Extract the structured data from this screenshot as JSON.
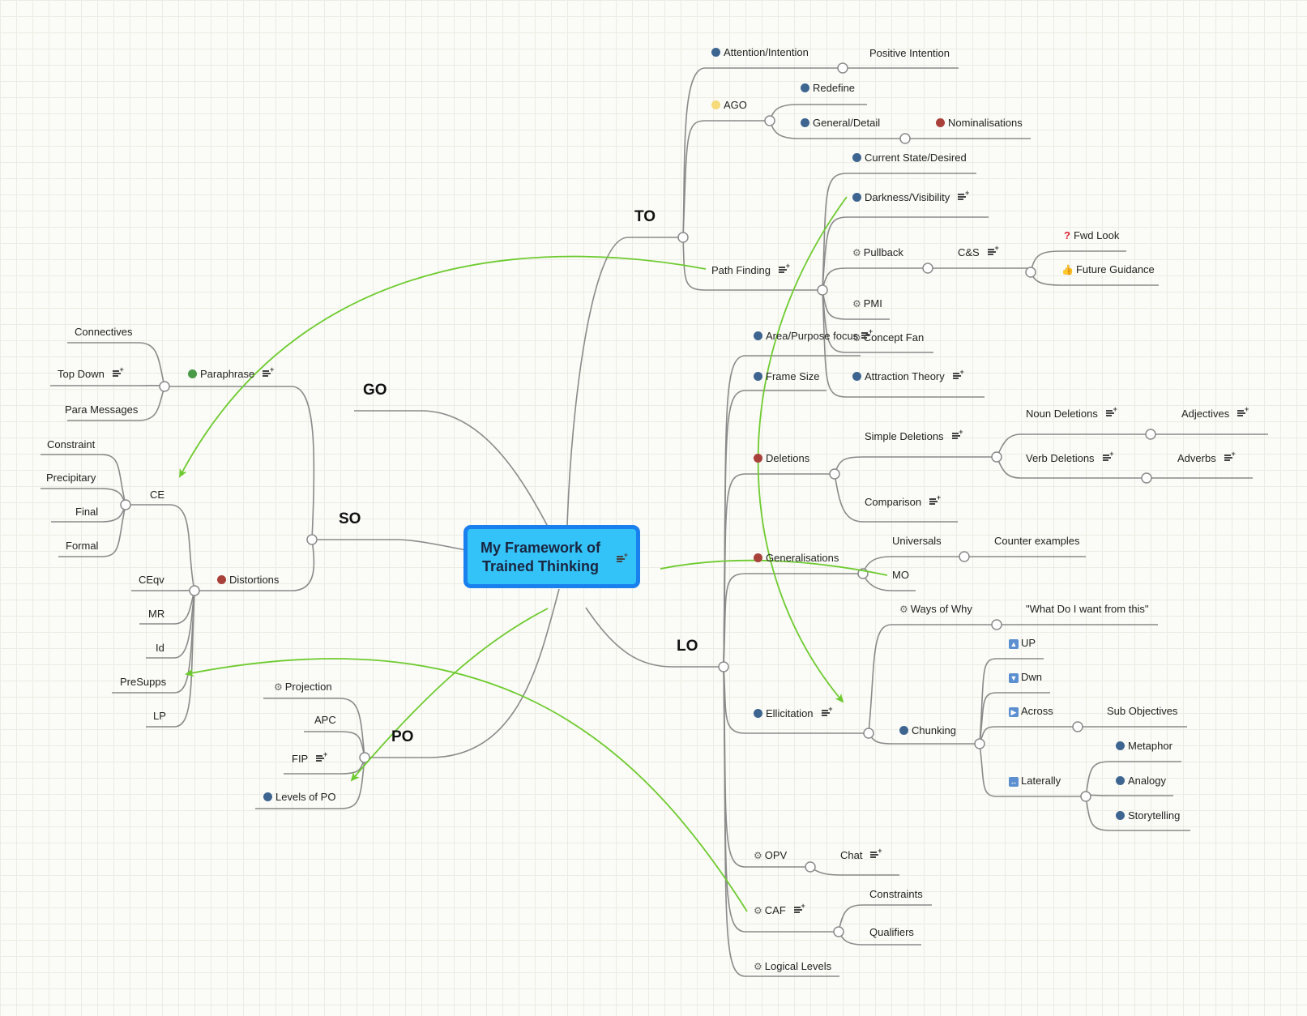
{
  "central": {
    "title": "My Framework of\nTrained Thinking"
  },
  "branches": {
    "to": "TO",
    "go": "GO",
    "so": "SO",
    "po": "PO",
    "lo": "LO"
  },
  "to": {
    "attention": "Attention/Intention",
    "positive_intention": "Positive Intention",
    "ago": "AGO",
    "redefine": "Redefine",
    "general_detail": "General/Detail",
    "nominalisations": "Nominalisations",
    "path_finding": "Path Finding",
    "current_state": "Current State/Desired",
    "darkness": "Darkness/Visibility",
    "pullback": "Pullback",
    "cs": "C&S",
    "fwd_look": "Fwd Look",
    "future_guidance": "Future Guidance",
    "pmi": "PMI",
    "concept_fan": "Concept Fan",
    "attraction": "Attraction Theory"
  },
  "so": {
    "paraphrase": "Paraphrase",
    "connectives": "Connectives",
    "top_down": "Top Down",
    "para_messages": "Para Messages",
    "distortions": "Distortions",
    "ce": "CE",
    "constraint": "Constraint",
    "precipitary": "Precipitary",
    "final": "Final",
    "formal": "Formal",
    "ceqv": "CEqv",
    "mr": "MR",
    "id": "Id",
    "presupps": "PreSupps",
    "lp": "LP"
  },
  "po": {
    "projection": "Projection",
    "apc": "APC",
    "fip": "FIP",
    "levels": "Levels of PO"
  },
  "lo": {
    "area": "Area/Purpose focus",
    "frame_size": "Frame Size",
    "deletions": "Deletions",
    "simple_deletions": "Simple Deletions",
    "noun_deletions": "Noun Deletions",
    "adjectives": "Adjectives",
    "verb_deletions": "Verb Deletions",
    "adverbs": "Adverbs",
    "comparison": "Comparison",
    "generalisations": "Generalisations",
    "universals": "Universals",
    "counter_examples": "Counter examples",
    "mo": "MO",
    "ellicitation": "Ellicitation",
    "ways_of_why": "Ways of Why",
    "what_do_i_want": "\"What Do I want from this\"",
    "chunking": "Chunking",
    "up": "UP",
    "dwn": "Dwn",
    "across": "Across",
    "sub_objectives": "Sub Objectives",
    "laterally": "Laterally",
    "metaphor": "Metaphor",
    "analogy": "Analogy",
    "storytelling": "Storytelling",
    "opv": "OPV",
    "chat": "Chat",
    "caf": "CAF",
    "constraints": "Constraints",
    "qualifiers": "Qualifiers",
    "logical_levels": "Logical Levels"
  },
  "colors": {
    "connector": "#8a8a8a",
    "relationship": "#6ecb2f",
    "central_fill": "#34c3f8",
    "central_border": "#1a80ee",
    "marker_blue": "#3d6590",
    "marker_red": "#a8413a",
    "marker_green": "#4a9a4a",
    "marker_yellow": "#f7da7a"
  }
}
